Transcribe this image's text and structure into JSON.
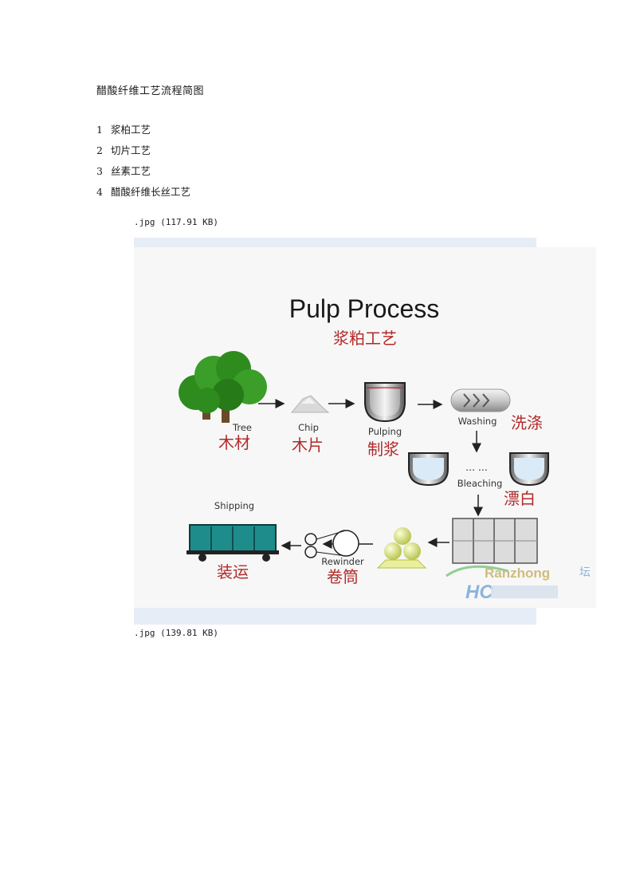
{
  "document": {
    "title": "醋酸纤维工艺流程简图",
    "items": [
      {
        "num": "1",
        "text": "浆柏工艺"
      },
      {
        "num": "2",
        "text": "切片工艺"
      },
      {
        "num": "3",
        "text": "丝素工艺"
      },
      {
        "num": "4",
        "text": "醋酸纤维长丝工艺"
      }
    ],
    "attachments": [
      {
        "caption": ".jpg (117.91 KB)"
      },
      {
        "caption": ".jpg (139.81 KB)"
      }
    ]
  },
  "figure": {
    "title": "Pulp Process",
    "subtitle_cn": "浆粕工艺",
    "steps": [
      {
        "en": "Tree",
        "cn": "木材"
      },
      {
        "en": "Chip",
        "cn": "木片"
      },
      {
        "en": "Pulping",
        "cn": "制浆"
      },
      {
        "en": "Washing",
        "cn": "洗涤"
      },
      {
        "en": "Bleaching",
        "cn": "漂白"
      },
      {
        "en": "Rewinder",
        "cn": "卷筒"
      },
      {
        "en": "Shipping",
        "cn": "装运"
      }
    ],
    "dots": "… …",
    "watermark": {
      "text1": "Ranzhong",
      "text2": "HC",
      "text3": "坛"
    },
    "colors": {
      "title": "#1a1a1a",
      "cn_label": "#b22a2a",
      "tree": "#2e8b1e",
      "truck": "#1f8c8c",
      "bands": "#e6edf6"
    }
  }
}
